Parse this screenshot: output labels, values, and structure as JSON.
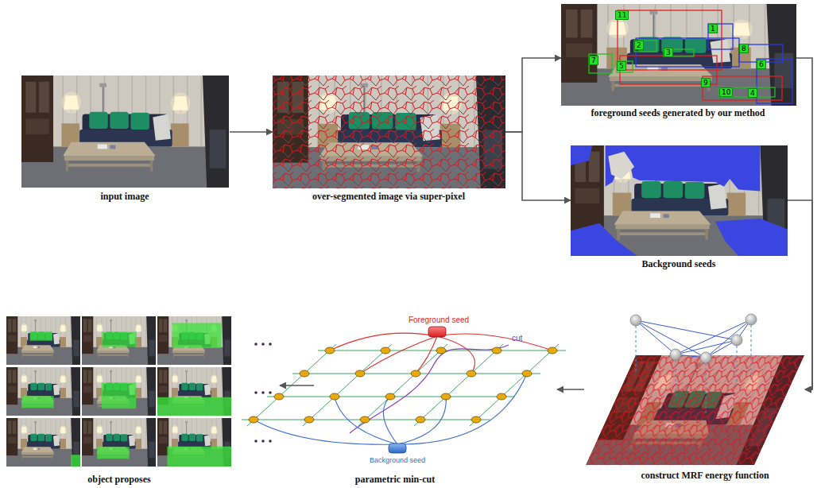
{
  "diagram": {
    "nodes": [
      {
        "text": [
          "input image"
        ]
      },
      {
        "text": [
          "over-segmented image via super-pixel"
        ]
      },
      {
        "text": [
          "foreground seeds generated by our method"
        ]
      },
      {
        "text": [
          "Background seeds"
        ]
      },
      {
        "text": [
          "object proposes"
        ]
      },
      {
        "text": [
          "parametric min-cut"
        ]
      },
      {
        "text": [
          "construct MRF energy function"
        ]
      }
    ],
    "edges": [
      {
        "from": 0,
        "to": 1,
        "arrow": "to"
      },
      {
        "from": 1,
        "to": 2,
        "arrow": "to"
      },
      {
        "from": 1,
        "to": 3,
        "arrow": "to"
      },
      {
        "from": 2,
        "to": 6,
        "arrow": "to"
      },
      {
        "from": 3,
        "to": 6,
        "arrow": "to"
      },
      {
        "from": 6,
        "to": 5,
        "arrow": "to"
      },
      {
        "from": 5,
        "to": 4,
        "arrow": "to"
      }
    ],
    "labels": [
      "11",
      "1",
      "2",
      "3",
      "8",
      "7",
      "5",
      "6",
      "9",
      "10",
      "4",
      "Foreground seed",
      "cut",
      "Background seed"
    ]
  }
}
